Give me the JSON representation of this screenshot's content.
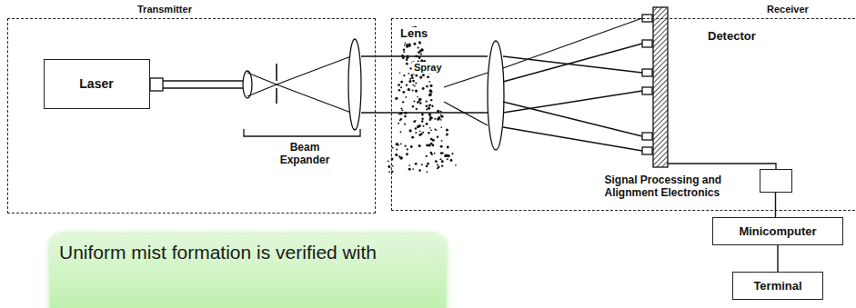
{
  "diagram": {
    "nodes": [
      {
        "text": [
          "Transmitter"
        ]
      },
      {
        "text": [
          "Laser"
        ],
        "in": 0
      },
      {
        "text": [
          "Receiver"
        ]
      },
      {
        "text": [
          "Signal Processing and Alignment Electronics"
        ],
        "in": 2
      },
      {
        "text": [
          "Minicomputer"
        ]
      },
      {
        "text": [
          "Terminal"
        ]
      },
      {
        "text": [
          "Uniform mist formation is verified with"
        ]
      }
    ],
    "edges": [
      {
        "from": 3,
        "to": 4,
        "arrow": "none"
      },
      {
        "from": 4,
        "to": 5,
        "arrow": "none"
      }
    ],
    "labels": [
      "Lens",
      "Detector",
      "Spray",
      "Beam Expander"
    ]
  }
}
